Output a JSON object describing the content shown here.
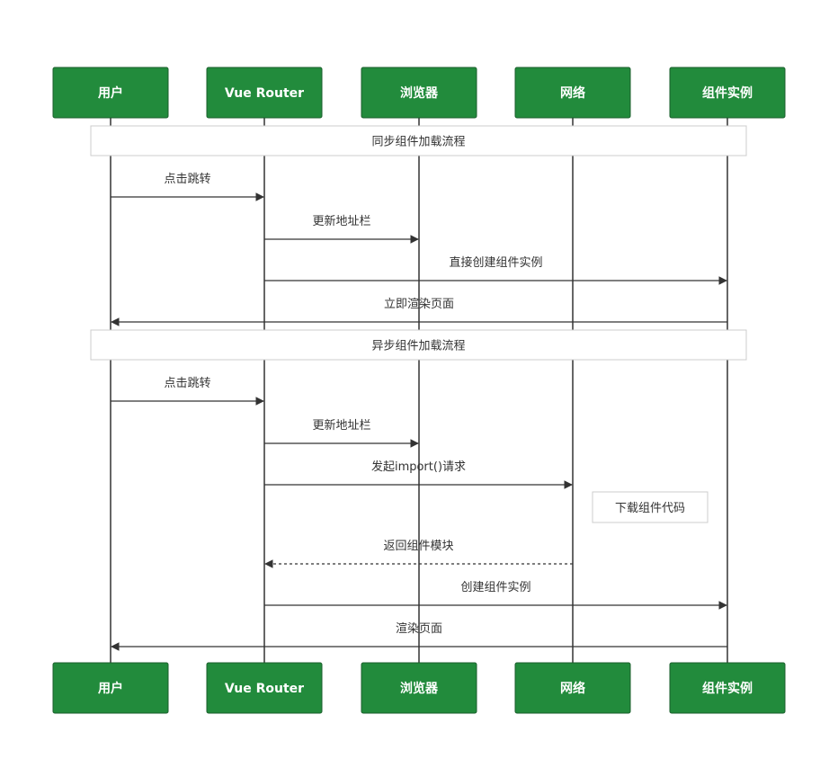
{
  "actors": [
    {
      "id": "user",
      "label": "用户"
    },
    {
      "id": "router",
      "label": "Vue Router"
    },
    {
      "id": "browser",
      "label": "浏览器"
    },
    {
      "id": "network",
      "label": "网络"
    },
    {
      "id": "component",
      "label": "组件实例"
    }
  ],
  "sections": [
    {
      "title": "同步组件加载流程"
    },
    {
      "title": "异步组件加载流程"
    }
  ],
  "messages": [
    {
      "from": "user",
      "to": "router",
      "label": "点击跳转",
      "style": "solid"
    },
    {
      "from": "router",
      "to": "browser",
      "label": "更新地址栏",
      "style": "solid"
    },
    {
      "from": "router",
      "to": "component",
      "label": "直接创建组件实例",
      "style": "solid"
    },
    {
      "from": "component",
      "to": "user",
      "label": "立即渲染页面",
      "style": "solid"
    },
    {
      "from": "user",
      "to": "router",
      "label": "点击跳转",
      "style": "solid"
    },
    {
      "from": "router",
      "to": "browser",
      "label": "更新地址栏",
      "style": "solid"
    },
    {
      "from": "router",
      "to": "network",
      "label": "发起import()请求",
      "style": "solid"
    },
    {
      "from": "network",
      "to": "router",
      "label": "返回组件模块",
      "style": "dashed"
    },
    {
      "from": "router",
      "to": "component",
      "label": "创建组件实例",
      "style": "solid"
    },
    {
      "from": "component",
      "to": "user",
      "label": "渲染页面",
      "style": "solid"
    }
  ],
  "notes": [
    {
      "over": "network",
      "label": "下载组件代码"
    }
  ]
}
